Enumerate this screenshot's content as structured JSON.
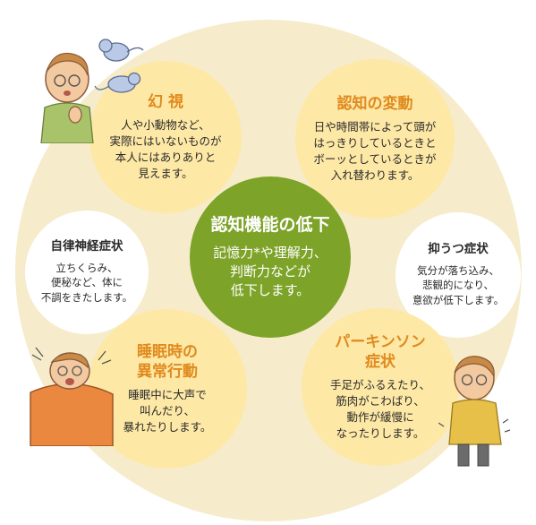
{
  "center": {
    "title": "認知機能の低下",
    "body": "記憶力*や理解力、\n判断力などが\n低下します。"
  },
  "items": [
    {
      "key": "genshi",
      "title": "幻 視",
      "body": "人や小動物など、\n実際にはいないものが\n本人にはありありと\n見えます。"
    },
    {
      "key": "ninchi",
      "title": "認知の変動",
      "body": "日や時間帯によって頭が\nはっきりしているときと\nボーッとしているときが\n入れ替わります。"
    },
    {
      "key": "jiritsu",
      "title": "自律神経症状",
      "body": "立ちくらみ、\n便秘など、体に\n不調をきたします。"
    },
    {
      "key": "yokuutsu",
      "title": "抑うつ症状",
      "body": "気分が落ち込み、\n悲観的になり、\n意欲が低下します。"
    },
    {
      "key": "suimin",
      "title": "睡眠時の\n異常行動",
      "body": "睡眠中に大声で\n叫んだり、\n暴れたりします。"
    },
    {
      "key": "parkinson",
      "title": "パーキンソン\n症状",
      "body": "手足がふるえたり、\n筋肉がこわばり、\n動作が緩慢に\nなったりします。"
    }
  ],
  "colors": {
    "ring": "#f6eccb",
    "bubble_yellow": "#fde8a6",
    "bubble_white": "#ffffff",
    "center_green": "#7ea329",
    "title_orange": "#e08a1d"
  },
  "illustrations": [
    "elderly-woman-hallucination",
    "small-animals",
    "sleeping-man-shouting",
    "elderly-woman-trembling"
  ]
}
